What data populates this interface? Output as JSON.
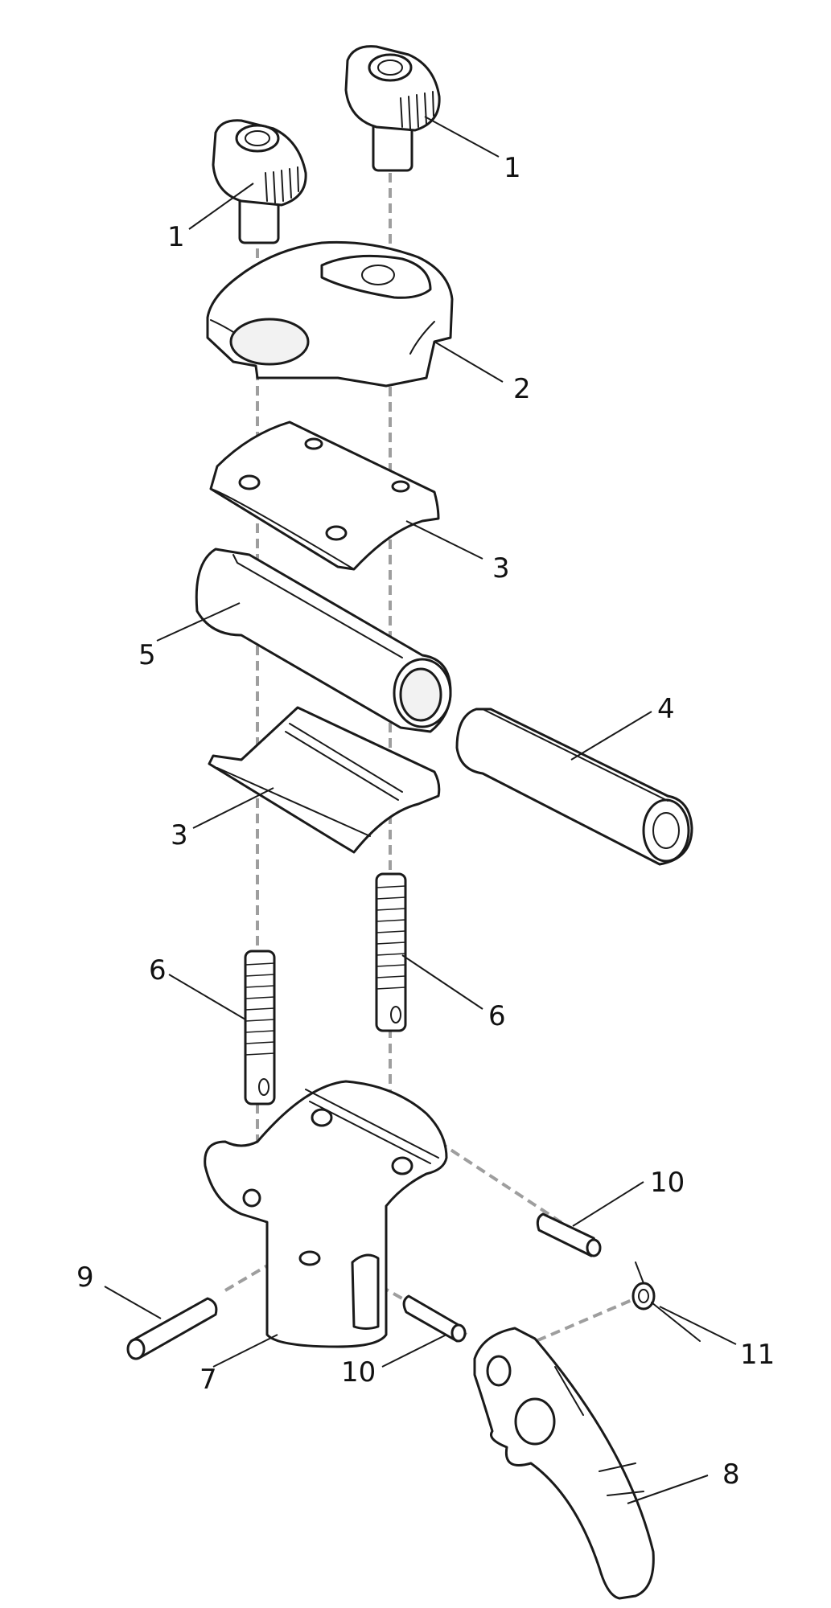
{
  "callouts": [
    {
      "id": "c1a",
      "text": "1"
    },
    {
      "id": "c1b",
      "text": "1"
    },
    {
      "id": "c2",
      "text": "2"
    },
    {
      "id": "c3a",
      "text": "3"
    },
    {
      "id": "c3b",
      "text": "3"
    },
    {
      "id": "c4",
      "text": "4"
    },
    {
      "id": "c5",
      "text": "5"
    },
    {
      "id": "c6a",
      "text": "6"
    },
    {
      "id": "c6b",
      "text": "6"
    },
    {
      "id": "c7",
      "text": "7"
    },
    {
      "id": "c8",
      "text": "8"
    },
    {
      "id": "c9",
      "text": "9"
    },
    {
      "id": "c10a",
      "text": "10"
    },
    {
      "id": "c10b",
      "text": "10"
    },
    {
      "id": "c11",
      "text": "11"
    }
  ],
  "colors": {
    "line": "#1a1a1a",
    "guide": "#9e9e9e",
    "background": "#ffffff"
  }
}
